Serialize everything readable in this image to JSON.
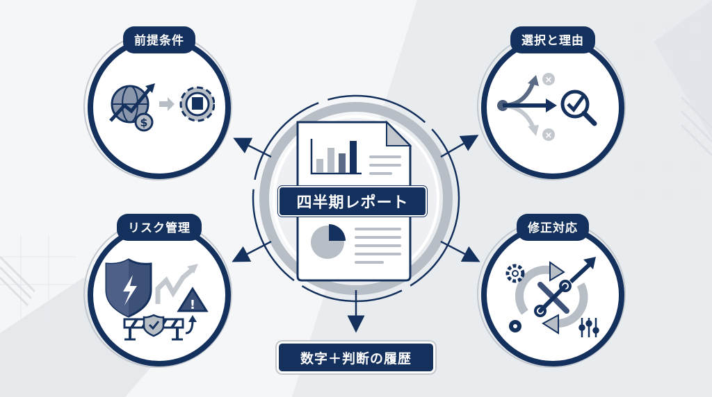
{
  "center": {
    "title": "四半期レポート",
    "icon": "document-report-icon"
  },
  "nodes": [
    {
      "id": "premises",
      "label": "前提条件",
      "position": "top-left",
      "icons": [
        "globe-growth-icon",
        "dollar-coin-icon",
        "arrow-right-icon",
        "gear-building-icon"
      ]
    },
    {
      "id": "choice",
      "label": "選択と理由",
      "position": "top-right",
      "icons": [
        "branching-arrows-icon",
        "reject-x-icon",
        "magnifier-check-icon"
      ]
    },
    {
      "id": "risk",
      "label": "リスク管理",
      "position": "bottom-left",
      "icons": [
        "shield-lightning-icon",
        "trend-up-icon",
        "warning-triangle-icon",
        "barrier-shield-check-icon"
      ]
    },
    {
      "id": "fix",
      "label": "修正対応",
      "position": "bottom-right",
      "icons": [
        "cycle-arrows-icon",
        "wrench-screwdriver-icon",
        "gear-icon",
        "sliders-icon",
        "trend-arrow-icon"
      ]
    }
  ],
  "output": {
    "label": "数字＋判断の履歴"
  },
  "colors": {
    "navy": "#14305c",
    "gray": "#b8bec6",
    "light_gray": "#d9dde2",
    "background": "#f4f6f8",
    "white": "#ffffff"
  }
}
